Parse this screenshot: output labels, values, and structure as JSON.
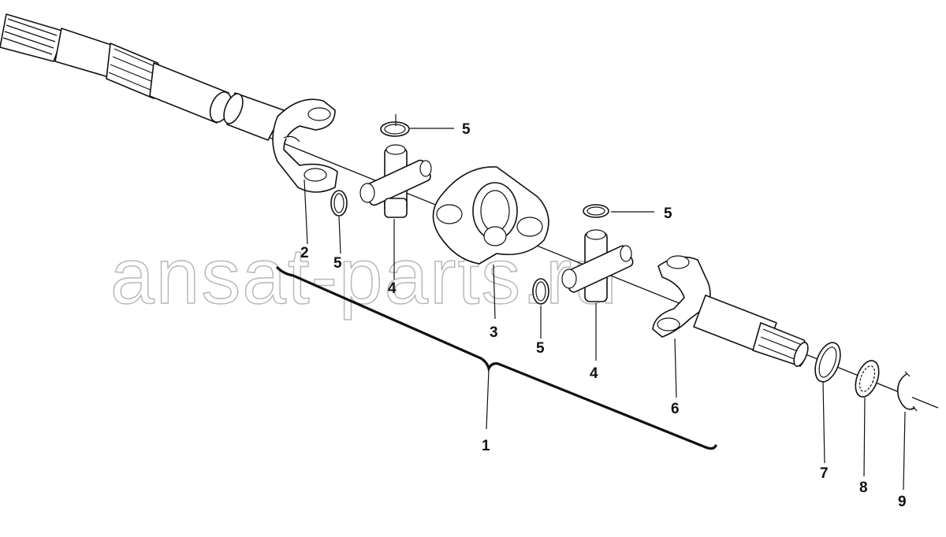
{
  "watermark": "ansat-parts.ru",
  "callouts": {
    "c1": "1",
    "c2": "2",
    "c3": "3",
    "c4a": "4",
    "c4b": "4",
    "c5a": "5",
    "c5b": "5",
    "c5c": "5",
    "c5d": "5",
    "c6": "6",
    "c7": "7",
    "c8": "8",
    "c9": "9"
  },
  "colors": {
    "line": "#111111",
    "watermark": "#b8b8b8",
    "background": "#ffffff"
  }
}
